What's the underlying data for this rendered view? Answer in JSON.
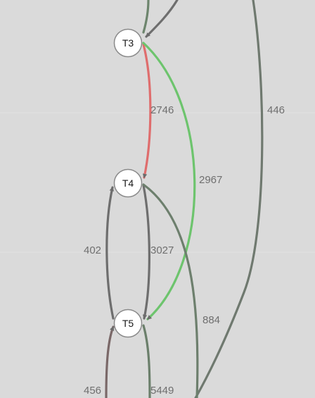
{
  "nodes": [
    {
      "id": "T3",
      "label": "T3"
    },
    {
      "id": "T4",
      "label": "T4"
    },
    {
      "id": "T5",
      "label": "T5"
    }
  ],
  "edges": [
    {
      "id": "e-t3-t4",
      "from": "T3",
      "to": "T4",
      "label": "2746",
      "color": "#df6d6d"
    },
    {
      "id": "e-t3-t5",
      "from": "T3",
      "to": "T5",
      "label": "2967",
      "color": "#6dc46d"
    },
    {
      "id": "e-t4-t5",
      "from": "T4",
      "to": "T5",
      "label": "3027",
      "color": "#6e6e6e"
    },
    {
      "id": "e-t5-t4",
      "from": "T5",
      "to": "T4",
      "label": "402",
      "color": "#6e6e6e"
    },
    {
      "id": "e-t4-out",
      "from": "T4",
      "to": "",
      "label": "884",
      "color": "#6d7f6d"
    },
    {
      "id": "e-long",
      "from": "",
      "to": "",
      "label": "446",
      "color": "#6f796f"
    },
    {
      "id": "e-in-t5",
      "from": "",
      "to": "T5",
      "label": "456",
      "color": "#7a6868"
    },
    {
      "id": "e-t5-out",
      "from": "T5",
      "to": "",
      "label": "5449",
      "color": "#6b7f6b"
    },
    {
      "id": "e-in-t3-a",
      "from": "",
      "to": "T3",
      "label": "",
      "color": "#6d856d"
    },
    {
      "id": "e-in-t3-b",
      "from": "",
      "to": "T3",
      "label": "",
      "color": "#6e6e6e"
    }
  ]
}
